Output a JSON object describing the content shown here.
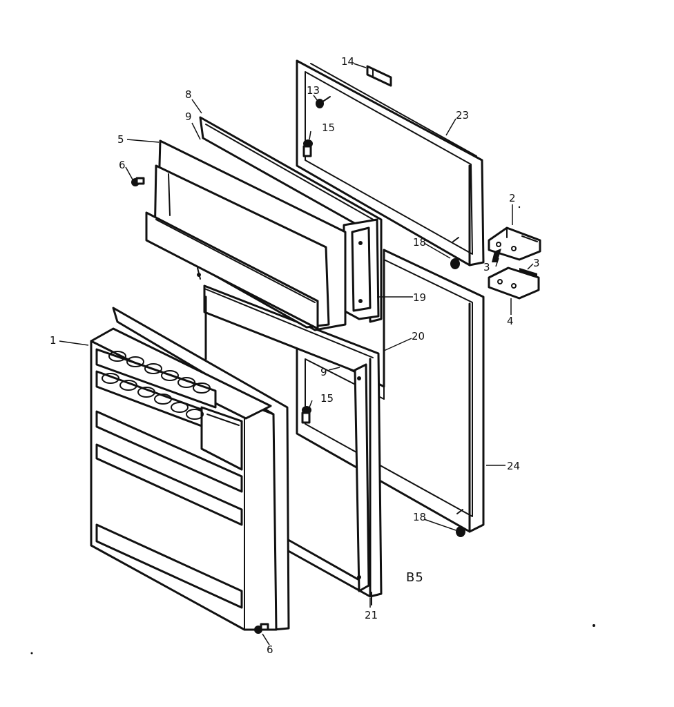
{
  "diagram_id": "B5",
  "callouts": {
    "c1": "1",
    "c2": "2",
    "c3a": "3",
    "c3b": "3",
    "c4": "4",
    "c5": "5",
    "c6a": "6",
    "c6b": "6",
    "c8": "8",
    "c9a": "9",
    "c9b": "9",
    "c13": "13",
    "c14": "14",
    "c15a": "15",
    "c15b": "15",
    "c18a": "18",
    "c18b": "18",
    "c19": "19",
    "c20": "20",
    "c21": "21",
    "c23": "23",
    "c24": "24"
  }
}
